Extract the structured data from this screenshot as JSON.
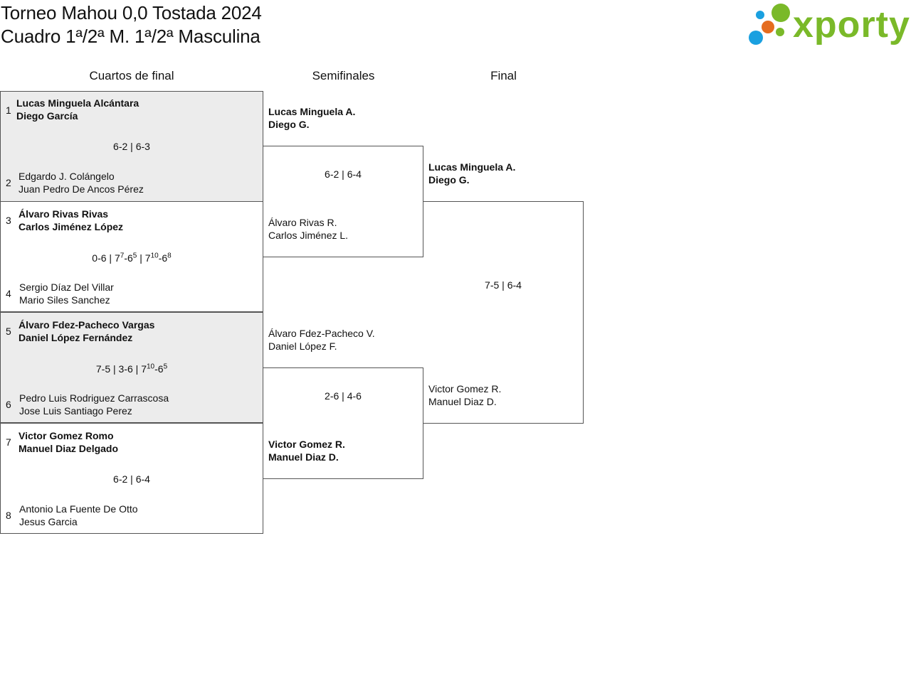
{
  "header": {
    "title": "Torneo Mahou 0,0 Tostada 2024",
    "subtitle": "Cuadro 1ª/2ª M. 1ª/2ª Masculina",
    "logo_text": "xporty",
    "logo_colors": {
      "text": "#7ab929",
      "dots": [
        "#1aa0e0",
        "#7ab929",
        "#e56c1f",
        "#1aa0e0",
        "#7ab929"
      ]
    }
  },
  "rounds": {
    "qf": "Cuartos de final",
    "sf": "Semifinales",
    "final": "Final"
  },
  "quarterfinals": [
    {
      "top": {
        "seed": "1",
        "p1": "Lucas Minguela Alcántara",
        "p2": "Diego García"
      },
      "bottom": {
        "seed": "2",
        "p1": "Edgardo J. Colángelo",
        "p2": "Juan Pedro De Ancos Pérez"
      },
      "winner": "top",
      "sets": [
        {
          "a": "6",
          "b": "2"
        },
        {
          "a": "6",
          "b": "3"
        }
      ]
    },
    {
      "top": {
        "seed": "3",
        "p1": "Álvaro Rivas Rivas",
        "p2": "Carlos Jiménez López"
      },
      "bottom": {
        "seed": "4",
        "p1": "Sergio Díaz Del Villar",
        "p2": "Mario Siles Sanchez"
      },
      "winner": "top",
      "sets": [
        {
          "a": "0",
          "b": "6"
        },
        {
          "a": "7",
          "as": "7",
          "b": "6",
          "bs": "5"
        },
        {
          "a": "7",
          "as": "10",
          "b": "6",
          "bs": "8"
        }
      ]
    },
    {
      "top": {
        "seed": "5",
        "p1": "Álvaro Fdez-Pacheco Vargas",
        "p2": "Daniel López Fernández"
      },
      "bottom": {
        "seed": "6",
        "p1": "Pedro Luis Rodriguez Carrascosa",
        "p2": "Jose Luis Santiago Perez"
      },
      "winner": "top",
      "sets": [
        {
          "a": "7",
          "b": "5"
        },
        {
          "a": "3",
          "b": "6"
        },
        {
          "a": "7",
          "as": "10",
          "b": "6",
          "bs": "5"
        }
      ]
    },
    {
      "top": {
        "seed": "7",
        "p1": "Victor Gomez Romo",
        "p2": "Manuel Diaz Delgado"
      },
      "bottom": {
        "seed": "8",
        "p1": "Antonio La Fuente De Otto",
        "p2": "Jesus Garcia"
      },
      "winner": "top",
      "sets": [
        {
          "a": "6",
          "b": "2"
        },
        {
          "a": "6",
          "b": "4"
        }
      ]
    }
  ],
  "semifinals": [
    {
      "top": {
        "p1": "Lucas Minguela A.",
        "p2": "Diego G."
      },
      "bottom": {
        "p1": "Álvaro Rivas R.",
        "p2": "Carlos Jiménez L."
      },
      "winner": "top",
      "sets": [
        {
          "a": "6",
          "b": "2"
        },
        {
          "a": "6",
          "b": "4"
        }
      ]
    },
    {
      "top": {
        "p1": "Álvaro Fdez-Pacheco V.",
        "p2": "Daniel López F."
      },
      "bottom": {
        "p1": "Victor Gomez R.",
        "p2": "Manuel Diaz D."
      },
      "winner": "bottom",
      "sets": [
        {
          "a": "2",
          "b": "6"
        },
        {
          "a": "4",
          "b": "6"
        }
      ]
    }
  ],
  "final": {
    "top": {
      "p1": "Lucas Minguela A.",
      "p2": "Diego G."
    },
    "bottom": {
      "p1": "Victor Gomez R.",
      "p2": "Manuel Diaz D."
    },
    "winner": "top",
    "sets": [
      {
        "a": "7",
        "b": "5"
      },
      {
        "a": "6",
        "b": "4"
      }
    ]
  }
}
